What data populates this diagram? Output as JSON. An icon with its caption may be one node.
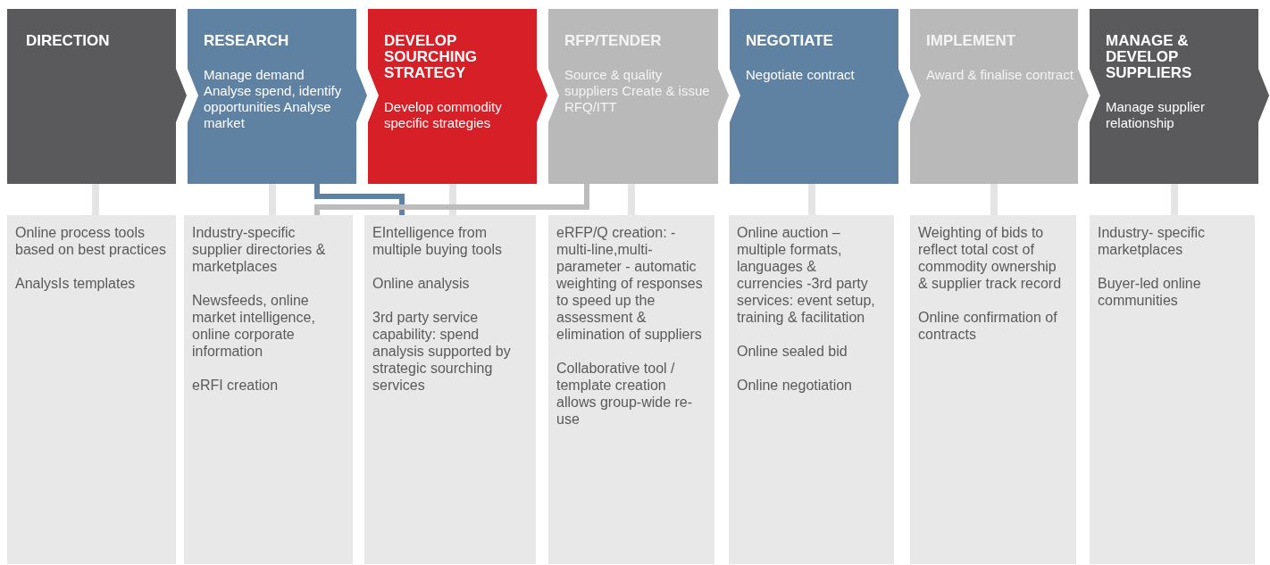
{
  "diagram": {
    "nodes": [
      {
        "text": [
          "DIRECTION"
        ]
      },
      {
        "text": [
          "RESEARCH",
          "Manage demand Analyse spend, identify opportunities Analyse market"
        ]
      },
      {
        "text": [
          "DEVELOP SOURCHING STRATEGY",
          "Develop commodity specific strategies"
        ]
      },
      {
        "text": [
          "RFP/TENDER",
          "Source & quality suppliers Create & issue RFQ/ITT"
        ]
      },
      {
        "text": [
          "NEGOTIATE",
          "Negotiate contract"
        ]
      },
      {
        "text": [
          "IMPLEMENT",
          "Award & finalise contract"
        ]
      },
      {
        "text": [
          "MANAGE & DEVELOP SUPPLIERS",
          "Manage supplier relationship"
        ]
      },
      {
        "text": [
          "Online process tools based on best practices",
          "AnalysIs templates"
        ]
      },
      {
        "text": [
          "Industry-specific supplier directories & marketplaces",
          "Newsfeeds, online market intelligence, online corporate information",
          "eRFI creation"
        ]
      },
      {
        "text": [
          "EIntelligence from multiple buying tools",
          "Online analysis",
          "3rd party service capability: spend analysis supported by strategic sourching services"
        ]
      },
      {
        "text": [
          "eRFP/Q creation: - multi-line,multi-parameter - automatic weighting of responses to speed up the assessment & elimination of suppliers",
          "Collaborative tool / template creation allows group-wide re-use"
        ]
      },
      {
        "text": [
          "Online auction – multiple formats, languages & currencies -3rd party services: event setup, training & facilitation",
          "Online sealed bid",
          "Online negotiation"
        ]
      },
      {
        "text": [
          "Weighting of bids to reflect total cost of commodity ownership & supplier track record",
          "Online confirmation of contracts"
        ]
      },
      {
        "text": [
          "Industry- specific marketplaces",
          "Buyer-led online communities"
        ]
      }
    ],
    "edges": [
      {
        "from": 0,
        "to": 7,
        "arrow": "none"
      },
      {
        "from": 1,
        "to": 8,
        "arrow": "none"
      },
      {
        "from": 1,
        "to": 9,
        "arrow": "none",
        "color": "#5f82a2"
      },
      {
        "from": 2,
        "to": 9,
        "arrow": "none"
      },
      {
        "from": 3,
        "to": 8,
        "arrow": "none",
        "color": "#bcbcbc"
      },
      {
        "from": 3,
        "to": 10,
        "arrow": "none"
      },
      {
        "from": 4,
        "to": 11,
        "arrow": "none"
      },
      {
        "from": 5,
        "to": 12,
        "arrow": "none"
      },
      {
        "from": 6,
        "to": 13,
        "arrow": "none"
      }
    ]
  }
}
